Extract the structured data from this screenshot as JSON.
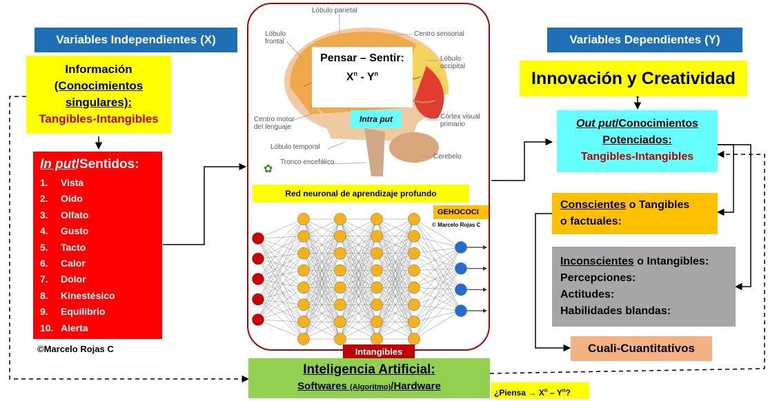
{
  "left_header": "Variables Independientes (X)",
  "right_header": "Variables Dependientes (Y)",
  "info_box": {
    "line1": "Información",
    "line2": "(Conocimientos",
    "line3": "singulares):",
    "line4": "Tangibles-Intangibles"
  },
  "input_box": {
    "title_italic": "In put",
    "title_rest": "/Sentidos:",
    "items": [
      {
        "num": "1.",
        "label": "Vista"
      },
      {
        "num": "2.",
        "label": "Oído"
      },
      {
        "num": "3.",
        "label": "Olfato"
      },
      {
        "num": "4.",
        "label": "Gusto"
      },
      {
        "num": "5.",
        "label": "Tacto"
      },
      {
        "num": "6.",
        "label": "Calor"
      },
      {
        "num": "7.",
        "label": "Dolor"
      },
      {
        "num": "8.",
        "label": "Kinestésico"
      },
      {
        "num": "9.",
        "label": "Equilibrio"
      },
      {
        "num": "10.",
        "label": "Alerta"
      }
    ]
  },
  "copyright_left": "©Marcelo Rojas C",
  "brain": {
    "labels": {
      "parietal": "Lóbulo parietal",
      "frontal": "Lóbulo\nfrontal",
      "sensorial": "Centro sensorial",
      "occipital": "Lóbulo\noccipital",
      "visual": "Córtex visual\nprimario",
      "motor": "Centro motor\ndel lenguaje",
      "temporal": "Lóbulo temporal",
      "tronco": "Tronco encefálico",
      "cerebelo": "Cerebelo"
    },
    "pensar": "Pensar – Sentir:",
    "formula_x": "X",
    "formula_sup_n1": "n",
    "formula_mid": " - Y",
    "formula_sup_n2": "n",
    "intra_put": "Intra put"
  },
  "neural": {
    "title": "Red neuronal de aprendizaje profundo",
    "brand": "GEHOCOCI",
    "copyright": "© Marcelo Rojas C"
  },
  "intangibles_tag": "Intangibles",
  "ai_box": {
    "title": "Inteligencia Artificial:",
    "line2_a": "Softwares ",
    "line2_small": "(Algoritmo)",
    "line2_b": "/Hardware"
  },
  "piensa": {
    "prefix": "¿Piensa → X",
    "sup1": "n",
    "mid": " – Y",
    "sup2": "n",
    "suffix": "?"
  },
  "innovacion": "Innovación y Creatividad",
  "output_box": {
    "italic": "Out put",
    "rest": "/Conocimientos",
    "line2": "Potenciados:",
    "line3": "Tangibles-Intangibles"
  },
  "conscientes": {
    "u": "Conscientes",
    "rest": " o Tangibles",
    "line2": "o factuales:"
  },
  "inconscientes": {
    "u": "Inconscientes",
    "rest": " o Intangibles:",
    "items": [
      "Percepciones:",
      "Actitudes:",
      "Habilidades blandas:"
    ]
  },
  "cuali": "Cuali-Cuantitativos",
  "colors": {
    "header_blue": "#1f6fb5",
    "yellow": "#ffff00",
    "red": "#ff0000",
    "cyan": "#66ffff",
    "orange": "#ffc000",
    "gray": "#a6a6a6",
    "salmon": "#f4b183",
    "green": "#92d050",
    "dark_red": "#c00000"
  }
}
